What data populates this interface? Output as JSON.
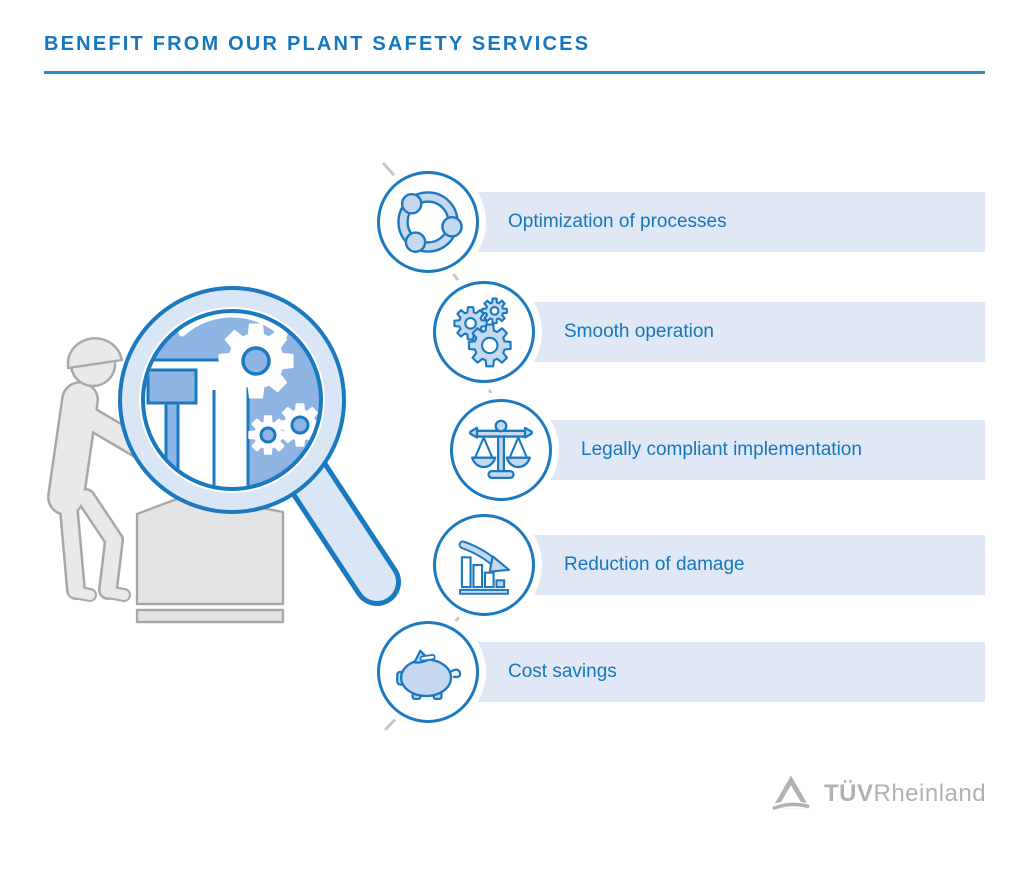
{
  "header": {
    "title": "BENEFIT FROM OUR PLANT SAFETY SERVICES"
  },
  "benefits": [
    {
      "label": "Optimization of processes",
      "icon": "process-cycle-icon"
    },
    {
      "label": "Smooth operation",
      "icon": "gears-icon"
    },
    {
      "label": "Legally compliant implementation",
      "icon": "scales-icon"
    },
    {
      "label": "Reduction of damage",
      "icon": "declining-chart-icon"
    },
    {
      "label": "Cost savings",
      "icon": "piggy-bank-icon"
    }
  ],
  "illustration": {
    "icons": [
      "worker-with-hard-hat-icon",
      "machine-console-icon",
      "magnifier-with-gears-icon"
    ]
  },
  "footer": {
    "logo_tuv": "TÜV",
    "logo_rheinland": "Rheinland"
  },
  "colors": {
    "accent_blue": "#1577bd",
    "rule_blue": "#2c8bc7",
    "circle_stroke": "#1b79c0",
    "bar_background": "#dfe8f4",
    "icon_fill": "#c6d8f0",
    "lens_fill": "#8db4e3",
    "rim_fill": "#d9e6f5",
    "figure_gray": "#e9e9e9",
    "figure_outline": "#a8a8a8",
    "dash_gray": "#c6c6c6",
    "logo_gray": "#b1b1b4"
  }
}
